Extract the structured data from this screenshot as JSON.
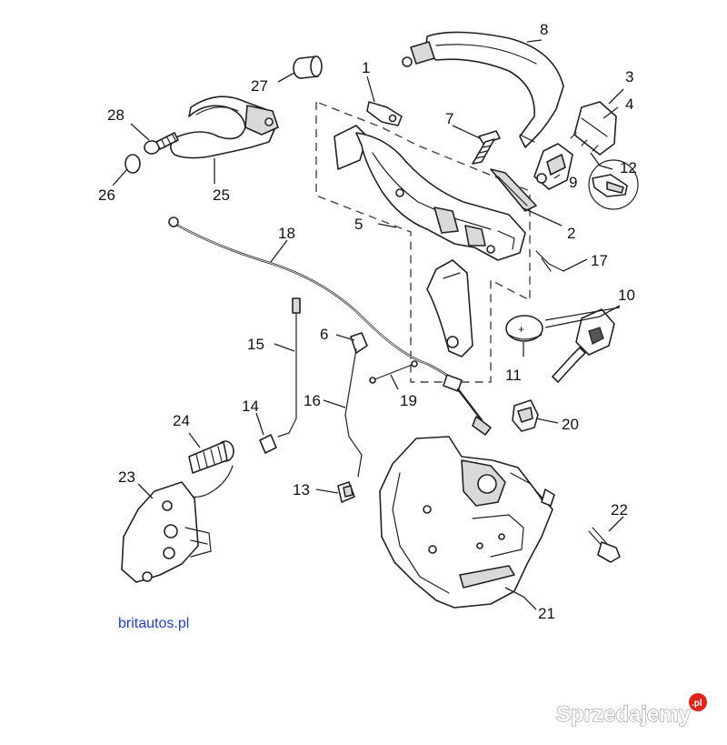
{
  "diagram": {
    "part_numbers": [
      "1",
      "2",
      "3",
      "4",
      "5",
      "6",
      "7",
      "8",
      "9",
      "10",
      "11",
      "12",
      "13",
      "14",
      "15",
      "16",
      "17",
      "18",
      "19",
      "20",
      "21",
      "22",
      "23",
      "24",
      "25",
      "26",
      "27",
      "28"
    ]
  },
  "credit": {
    "text": "britautos.pl"
  },
  "watermark": {
    "text": "Sprzedajemy",
    "badge": ".pl",
    "badge_color": "#e2231a"
  },
  "colors": {
    "lines": "#222222",
    "credit": "#1e3fd0",
    "background": "#ffffff"
  }
}
